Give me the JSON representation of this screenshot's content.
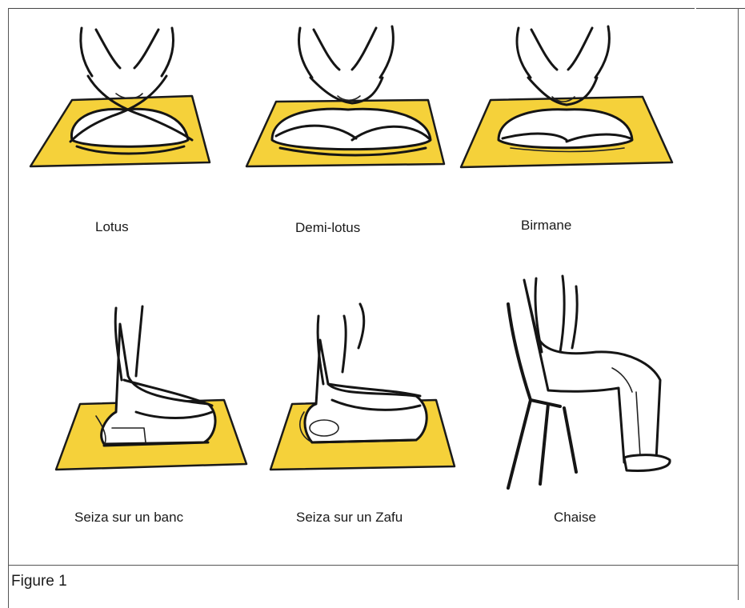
{
  "figure": {
    "label": "Figure 1",
    "postures": [
      {
        "caption": "Lotus",
        "support": "mat"
      },
      {
        "caption": "Demi-lotus",
        "support": "mat"
      },
      {
        "caption": "Birmane",
        "support": "mat"
      },
      {
        "caption": "Seiza sur un banc",
        "support": "mat"
      },
      {
        "caption": "Seiza sur un Zafu",
        "support": "mat"
      },
      {
        "caption": "Chaise",
        "support": "chair"
      }
    ]
  },
  "colors": {
    "mat": "#f5d13a",
    "ink": "#151515",
    "border": "#555555"
  }
}
